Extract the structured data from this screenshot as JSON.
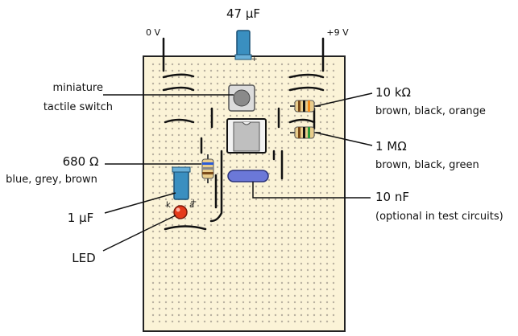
{
  "title": "47 µF",
  "rails": {
    "left": "0 V",
    "right": "+9 V"
  },
  "labels": {
    "switch_line1": "miniature",
    "switch_line2": "tactile switch",
    "r680": "680 Ω",
    "r680_colors": "blue, grey, brown",
    "c1": "1  µF",
    "led": "LED",
    "r10k": "10 kΩ",
    "r10k_colors": "brown, black, orange",
    "r1m": "1 MΩ",
    "r1m_colors": "brown, black, green",
    "c10n": "10 nF",
    "c10n_note": "(optional in test circuits)",
    "plus": "+",
    "k": "k",
    "a": "a"
  },
  "colors": {
    "board": "#fbf3d7",
    "capacitor": "#3a8fc0",
    "c10n": "#6b78d8",
    "led": "#e53a1a"
  }
}
